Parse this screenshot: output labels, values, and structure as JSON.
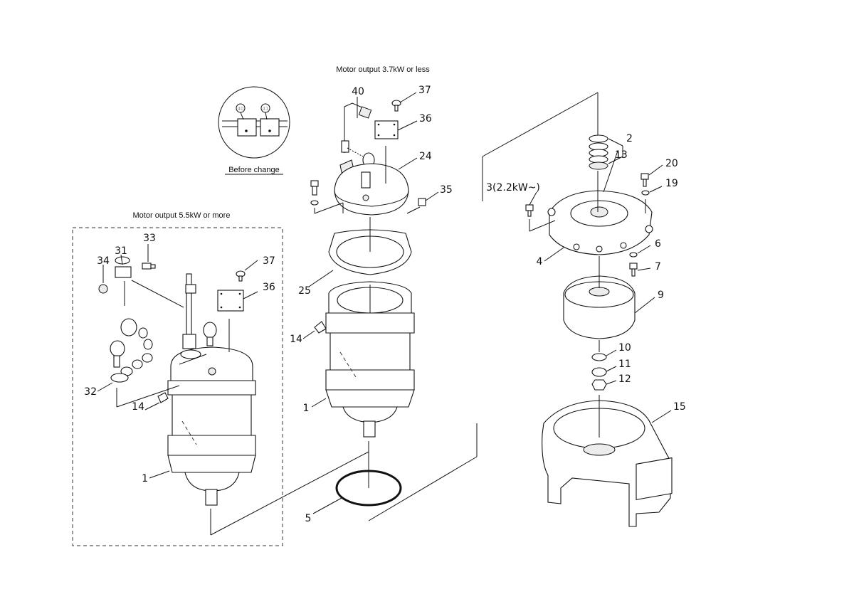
{
  "captions": {
    "motor_small": "Motor output 3.7kW or less",
    "motor_large": "Motor output 5.5kW or more",
    "before_change": "Before change"
  },
  "inset_labels": [
    "40",
    "41"
  ],
  "part_numbers": {
    "p1_left": "1",
    "p14_left": "14",
    "p31": "31",
    "p32": "32",
    "p33": "33",
    "p34": "34",
    "p36_left": "36",
    "p37_left": "37",
    "p40": "40",
    "p37_mid": "37",
    "p36_mid": "36",
    "p24": "24",
    "p35": "35",
    "p25": "25",
    "p14_mid": "14",
    "p1_mid": "1",
    "p5": "5",
    "p2": "2",
    "p13": "13",
    "p20": "20",
    "p19": "19",
    "p3": "3(2.2kW~)",
    "p4": "4",
    "p6": "6",
    "p7": "7",
    "p9": "9",
    "p10": "10",
    "p11": "11",
    "p12": "12",
    "p15": "15"
  }
}
